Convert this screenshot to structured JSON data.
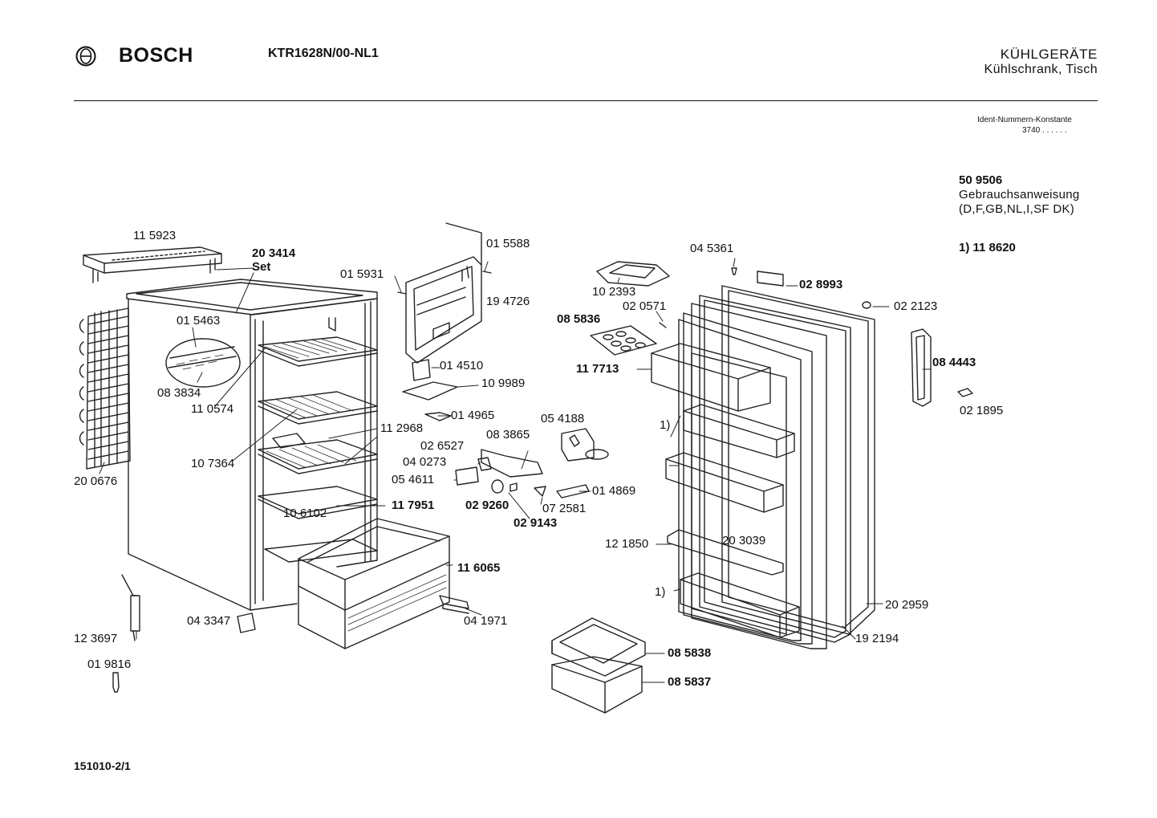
{
  "header": {
    "brand": "BOSCH",
    "model": "KTR1628N/00-NL1",
    "category_title": "KÜHLGERÄTE",
    "category_subtitle": "Kühlschrank, Tisch"
  },
  "ident": {
    "label": "Ident-Nummern-Konstante",
    "value": "3740  . .   . . . ."
  },
  "manual": {
    "part_number": "50 9506",
    "label": "Gebrauchsanweisung",
    "languages": "(D,F,GB,NL,I,SF DK)"
  },
  "footnote": "1)  11 8620",
  "footer": {
    "doc_number": "151010-2/1"
  },
  "parts": [
    {
      "id": "115923",
      "label": "11 5923",
      "bold": false
    },
    {
      "id": "203414",
      "label": "20 3414",
      "bold": true
    },
    {
      "id": "set",
      "label": "Set",
      "bold": true
    },
    {
      "id": "015463",
      "label": "01 5463",
      "bold": false
    },
    {
      "id": "083834",
      "label": "08 3834",
      "bold": false
    },
    {
      "id": "110574",
      "label": "11 0574",
      "bold": false
    },
    {
      "id": "200676",
      "label": "20 0676",
      "bold": false
    },
    {
      "id": "107364",
      "label": "10 7364",
      "bold": false
    },
    {
      "id": "112968",
      "label": "11 2968",
      "bold": false
    },
    {
      "id": "106102",
      "label": "10 6102",
      "bold": false
    },
    {
      "id": "117951",
      "label": "11 7951",
      "bold": true
    },
    {
      "id": "116065",
      "label": "11 6065",
      "bold": true
    },
    {
      "id": "123697",
      "label": "12 3697",
      "bold": false
    },
    {
      "id": "043347",
      "label": "04 3347",
      "bold": false
    },
    {
      "id": "019816",
      "label": "01 9816",
      "bold": false
    },
    {
      "id": "041971",
      "label": "04 1971",
      "bold": false
    },
    {
      "id": "015931",
      "label": "01 5931",
      "bold": false
    },
    {
      "id": "015588",
      "label": "01 5588",
      "bold": false
    },
    {
      "id": "194726",
      "label": "19 4726",
      "bold": false
    },
    {
      "id": "014510",
      "label": "01 4510",
      "bold": false
    },
    {
      "id": "109989",
      "label": "10 9989",
      "bold": false
    },
    {
      "id": "014965",
      "label": "01 4965",
      "bold": false
    },
    {
      "id": "026527",
      "label": "02 6527",
      "bold": false
    },
    {
      "id": "083865",
      "label": "08 3865",
      "bold": false
    },
    {
      "id": "054188",
      "label": "05 4188",
      "bold": false
    },
    {
      "id": "040273",
      "label": "04 0273",
      "bold": false
    },
    {
      "id": "054611",
      "label": "05 4611",
      "bold": false
    },
    {
      "id": "029260",
      "label": "02 9260",
      "bold": true
    },
    {
      "id": "072581",
      "label": "07 2581",
      "bold": false
    },
    {
      "id": "029143",
      "label": "02 9143",
      "bold": true
    },
    {
      "id": "014869",
      "label": "01 4869",
      "bold": false
    },
    {
      "id": "102393",
      "label": "10 2393",
      "bold": false
    },
    {
      "id": "020571",
      "label": "02 0571",
      "bold": false
    },
    {
      "id": "085836",
      "label": "08 5836",
      "bold": true
    },
    {
      "id": "117713",
      "label": "11 7713",
      "bold": true
    },
    {
      "id": "045361",
      "label": "04 5361",
      "bold": false
    },
    {
      "id": "028993",
      "label": "02 8993",
      "bold": true
    },
    {
      "id": "022123",
      "label": "02 2123",
      "bold": false
    },
    {
      "id": "084443",
      "label": "08 4443",
      "bold": true
    },
    {
      "id": "021895",
      "label": "02 1895",
      "bold": false
    },
    {
      "id": "fn1a",
      "label": "1)",
      "bold": false
    },
    {
      "id": "121850",
      "label": "12 1850",
      "bold": false
    },
    {
      "id": "203039",
      "label": "20 3039",
      "bold": false
    },
    {
      "id": "fn1b",
      "label": "1)",
      "bold": false
    },
    {
      "id": "202959",
      "label": "20 2959",
      "bold": false
    },
    {
      "id": "192194",
      "label": "19 2194",
      "bold": false
    },
    {
      "id": "085838",
      "label": "08 5838",
      "bold": true
    },
    {
      "id": "085837",
      "label": "08 5837",
      "bold": true
    }
  ]
}
